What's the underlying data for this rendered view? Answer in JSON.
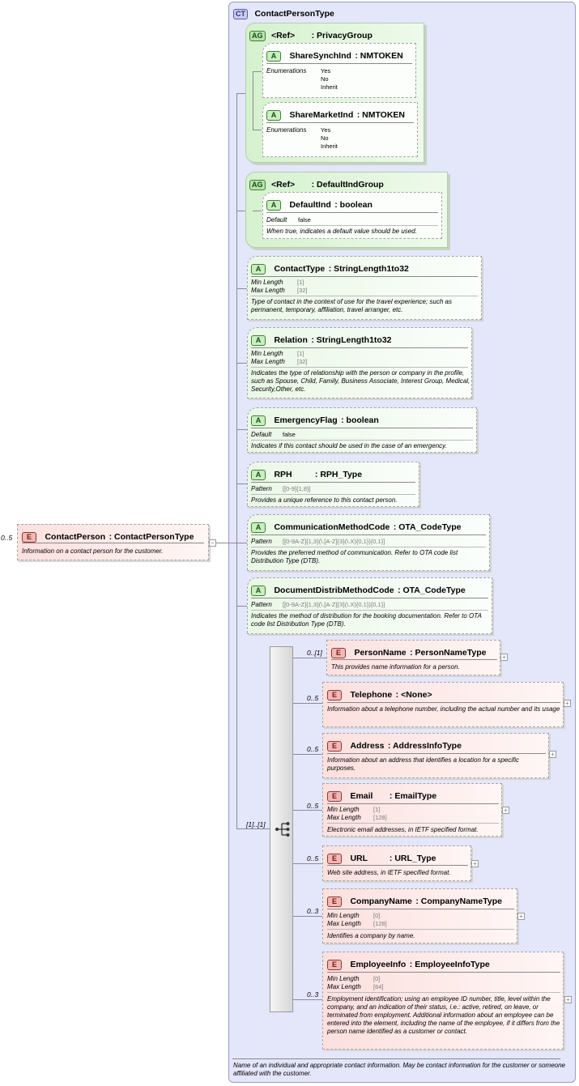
{
  "root": {
    "badge": "E",
    "cardinality": "0..5",
    "name": "ContactPerson",
    "type": "ContactPersonType",
    "doc": "Information on a contact person for the customer.",
    "collapse_symbol": "−"
  },
  "complex_type": {
    "badge": "CT",
    "name": "ContactPersonType",
    "doc": "Name of an individual and appropriate contact information.  May be contact information for the customer or someone affiliated with the customer."
  },
  "attribute_groups": [
    {
      "badge": "AG",
      "ref": "<Ref>",
      "name": "PrivacyGroup",
      "attributes": [
        {
          "badge": "A",
          "name": "ShareSynchInd",
          "type": "NMTOKEN",
          "label": "Enumerations",
          "values": [
            "Yes",
            "No",
            "Inherit"
          ]
        },
        {
          "badge": "A",
          "name": "ShareMarketInd",
          "type": "NMTOKEN",
          "label": "Enumerations",
          "values": [
            "Yes",
            "No",
            "Inherit"
          ]
        }
      ]
    },
    {
      "badge": "AG",
      "ref": "<Ref>",
      "name": "DefaultIndGroup",
      "attributes": [
        {
          "badge": "A",
          "name": "DefaultInd",
          "type": "boolean",
          "label": "Default",
          "value": "false",
          "doc": "When true, indicates a default value should be used."
        }
      ]
    }
  ],
  "attributes": [
    {
      "badge": "A",
      "name": "ContactType",
      "type": "StringLength1to32",
      "facets": [
        {
          "label": "Min Length",
          "value": "[1]"
        },
        {
          "label": "Max Length",
          "value": "[32]"
        }
      ],
      "doc": "Type of contact in the context of use for the travel experience; such as permanent, temporary, affiliation, travel arranger, etc."
    },
    {
      "badge": "A",
      "name": "Relation",
      "type": "StringLength1to32",
      "facets": [
        {
          "label": "Min Length",
          "value": "[1]"
        },
        {
          "label": "Max Length",
          "value": "[32]"
        }
      ],
      "doc": "Indicates the type of relationship with the person or company in the profile, such as Spouse, Child, Family, Business Associate, Interest Group, Medical, Security,Other, etc."
    },
    {
      "badge": "A",
      "name": "EmergencyFlag",
      "type": "boolean",
      "facets": [
        {
          "label": "Default",
          "value": "false"
        }
      ],
      "doc": "Indicates if this contact should be used in the case of an emergency."
    },
    {
      "badge": "A",
      "name": "RPH",
      "type": "RPH_Type",
      "facets": [
        {
          "label": "Pattern",
          "value": "[[0-9]{1,8}]"
        }
      ],
      "doc": "Provides a unique reference to this contact person."
    },
    {
      "badge": "A",
      "name": "CommunicationMethodCode",
      "type": "OTA_CodeType",
      "facets": [
        {
          "label": "Pattern",
          "value": "[[0-9A-Z]{1,3}(\\.[A-Z]{3}(\\.X){0,1}){0,1}]"
        }
      ],
      "doc": "Provides the preferred method of communication.  Refer to OTA code list Distribution Type (DTB)."
    },
    {
      "badge": "A",
      "name": "DocumentDistribMethodCode",
      "type": "OTA_CodeType",
      "facets": [
        {
          "label": "Pattern",
          "value": "[[0-9A-Z]{1,3}(\\.[A-Z]{3}(\\.X){0,1}){0,1}]"
        }
      ],
      "doc": "Indicates the method of distribution for the booking documentation.  Refer to OTA code list Distribution Type (DTB)."
    }
  ],
  "sequence": {
    "cardinality": "[1]..[1]",
    "expand_symbol": "+",
    "elements": [
      {
        "badge": "E",
        "cardinality": "0..[1]",
        "name": "PersonName",
        "type": "PersonNameType",
        "facets": [],
        "doc": "This provides name information for a person."
      },
      {
        "badge": "E",
        "cardinality": "0..5",
        "name": "Telephone",
        "type": "<None>",
        "facets": [],
        "doc": "Information about a telephone number, including the actual number and its usage"
      },
      {
        "badge": "E",
        "cardinality": "0..5",
        "name": "Address",
        "type": "AddressInfoType",
        "facets": [],
        "doc": "Information about an address that identifies a location for a specific purposes."
      },
      {
        "badge": "E",
        "cardinality": "0..5",
        "name": "Email",
        "type": "EmailType",
        "facets": [
          {
            "label": "Min Length",
            "value": "[1]"
          },
          {
            "label": "Max Length",
            "value": "[128]"
          }
        ],
        "doc": "Electronic email addresses, in IETF specified format."
      },
      {
        "badge": "E",
        "cardinality": "0..5",
        "name": "URL",
        "type": "URL_Type",
        "facets": [],
        "doc": "Web site address, in IETF specified format."
      },
      {
        "badge": "E",
        "cardinality": "0..3",
        "name": "CompanyName",
        "type": "CompanyNameType",
        "facets": [
          {
            "label": "Min Length",
            "value": "[0]"
          },
          {
            "label": "Max Length",
            "value": "[128]"
          }
        ],
        "doc": "Identifies a company by name."
      },
      {
        "badge": "E",
        "cardinality": "0..3",
        "name": "EmployeeInfo",
        "type": "EmployeeInfoType",
        "facets": [
          {
            "label": "Min Length",
            "value": "[0]"
          },
          {
            "label": "Max Length",
            "value": "[64]"
          }
        ],
        "doc": "Employment identification; using an employee ID number, title, level within the company, and an indication of their status, i.e.: active, retired, on leave, or terminated from employment.  Additional information about an employee can be entered into the element, including the name of the employee, if it differs from the person name identified as a customer or contact."
      }
    ]
  }
}
